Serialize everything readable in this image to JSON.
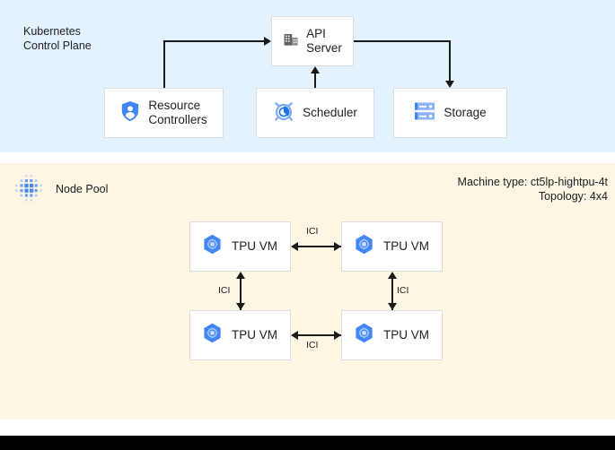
{
  "control_plane": {
    "title": "Kubernetes\nControl Plane",
    "background": "#e3f2fd",
    "nodes": [
      {
        "id": "api-server",
        "label": "API\nServer",
        "icon": "building-icon"
      },
      {
        "id": "resource-controllers",
        "label": "Resource\nControllers",
        "icon": "shield-user-icon"
      },
      {
        "id": "scheduler",
        "label": "Scheduler",
        "icon": "alarm-clock-icon"
      },
      {
        "id": "storage",
        "label": "Storage",
        "icon": "server-rack-icon"
      }
    ]
  },
  "node_pool": {
    "title": "Node Pool",
    "icon": "dot-matrix-icon",
    "background": "#fdf6e3",
    "machine_type": "Machine type: ct5lp-hightpu-4t",
    "topology": "Topology: 4x4",
    "vms": [
      {
        "id": "tpu-vm-1",
        "label": "TPU VM",
        "icon": "tpu-hexagon-icon"
      },
      {
        "id": "tpu-vm-2",
        "label": "TPU VM",
        "icon": "tpu-hexagon-icon"
      },
      {
        "id": "tpu-vm-3",
        "label": "TPU VM",
        "icon": "tpu-hexagon-icon"
      },
      {
        "id": "tpu-vm-4",
        "label": "TPU VM",
        "icon": "tpu-hexagon-icon"
      }
    ],
    "links": [
      {
        "id": "ici-top",
        "label": "ICI"
      },
      {
        "id": "ici-left",
        "label": "ICI"
      },
      {
        "id": "ici-right",
        "label": "ICI"
      },
      {
        "id": "ici-bottom",
        "label": "ICI"
      }
    ]
  },
  "colors": {
    "accent_blue": "#4285f4",
    "icon_gray": "#5f6368",
    "line": "#1a1a1a",
    "text": "#202124"
  }
}
